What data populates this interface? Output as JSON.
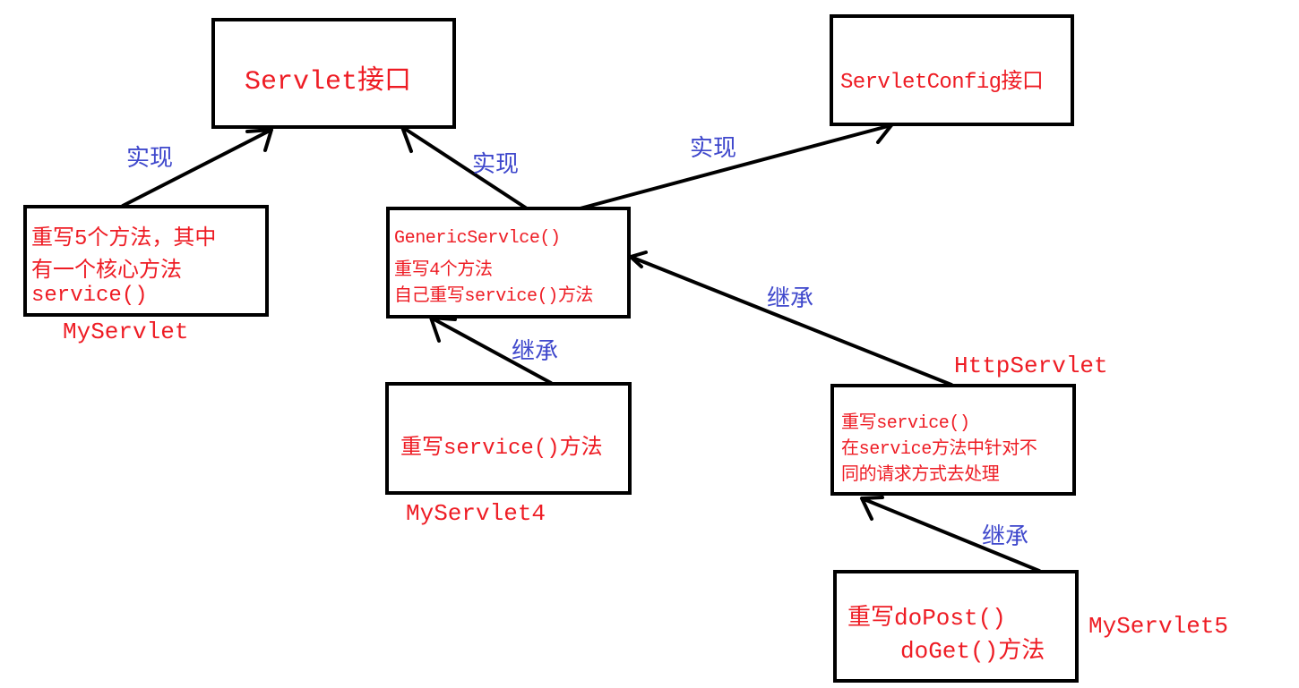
{
  "boxes": {
    "servlet_interface": {
      "text": "Servlet接口"
    },
    "servletconfig_interface": {
      "text": "ServletConfig接口"
    },
    "myservlet": {
      "lines": [
        "重写5个方法，其中",
        "有一个核心方法",
        "service()"
      ],
      "caption": "MyServlet"
    },
    "genericservlet": {
      "lines": [
        "GenericServlce()",
        "重写4个方法",
        "自己重写service()方法"
      ]
    },
    "myservlet4": {
      "text": "重写service()方法",
      "caption": "MyServlet4"
    },
    "httpservlet": {
      "caption": "HttpServlet",
      "lines": [
        "重写service()",
        "在service方法中针对不",
        "同的请求方式去处理"
      ]
    },
    "myservlet5": {
      "lines": [
        "重写doPost()",
        "doGet()方法"
      ],
      "caption": "MyServlet5"
    }
  },
  "edges": {
    "myservlet_to_servlet": "实现",
    "generic_to_servlet": "实现",
    "generic_to_servletconfig": "实现",
    "myservlet4_to_generic": "继承",
    "httpservlet_to_generic": "继承",
    "myservlet5_to_httpservlet": "继承"
  },
  "colors": {
    "box_border": "#000000",
    "box_text": "#ee1c24",
    "edge_label": "#3f48cc"
  }
}
